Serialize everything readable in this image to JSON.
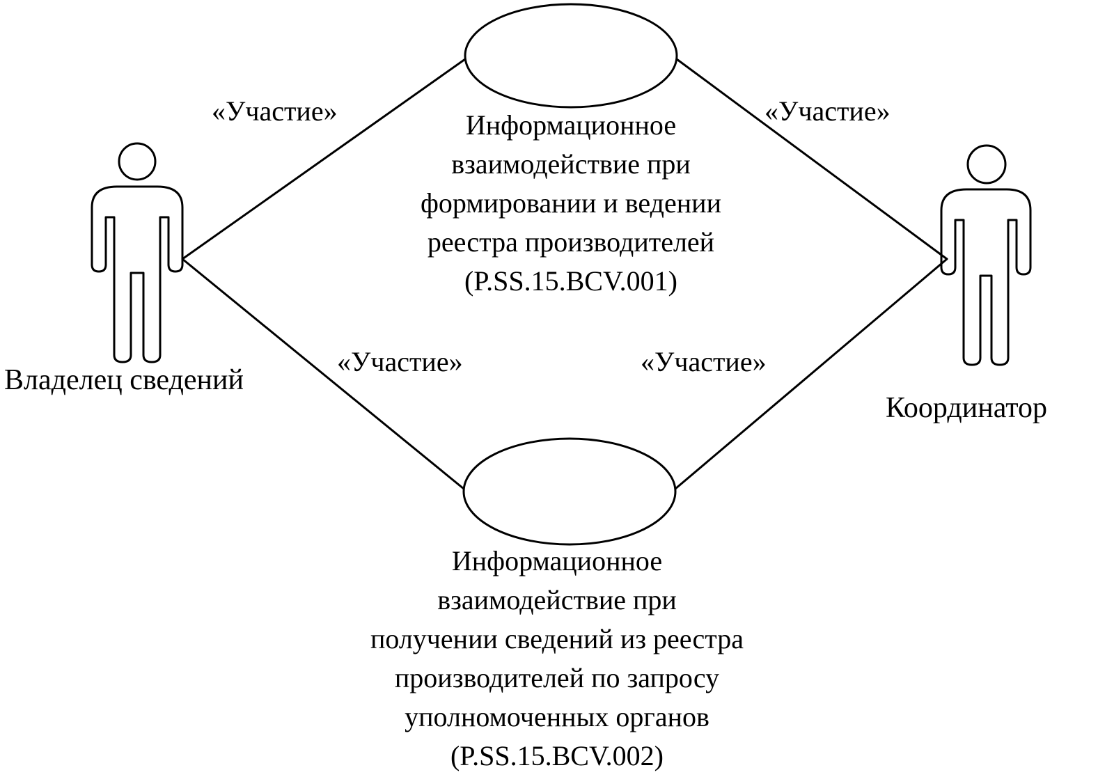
{
  "actors": [
    {
      "id": "owner",
      "name": "Владелец сведений"
    },
    {
      "id": "coordinator",
      "name": "Координатор"
    }
  ],
  "use_cases": [
    {
      "id": "uc1",
      "lines": [
        "Информационное",
        "взаимодействие при",
        "формировании и ведении",
        "реестра производителей",
        "(P.SS.15.BCV.001)"
      ]
    },
    {
      "id": "uc2",
      "lines": [
        "Информационное",
        "взаимодействие при",
        "получении сведений из реестра",
        "производителей по запросу",
        "уполномоченных органов",
        "(P.SS.15.BCV.002)"
      ]
    }
  ],
  "associations": [
    {
      "from": "owner",
      "to": "uc1",
      "stereotype": "«Участие»"
    },
    {
      "from": "coordinator",
      "to": "uc1",
      "stereotype": "«Участие»"
    },
    {
      "from": "owner",
      "to": "uc2",
      "stereotype": "«Участие»"
    },
    {
      "from": "coordinator",
      "to": "uc2",
      "stereotype": "«Участие»"
    }
  ],
  "colors": {
    "stroke": "#000000",
    "background": "#ffffff"
  }
}
